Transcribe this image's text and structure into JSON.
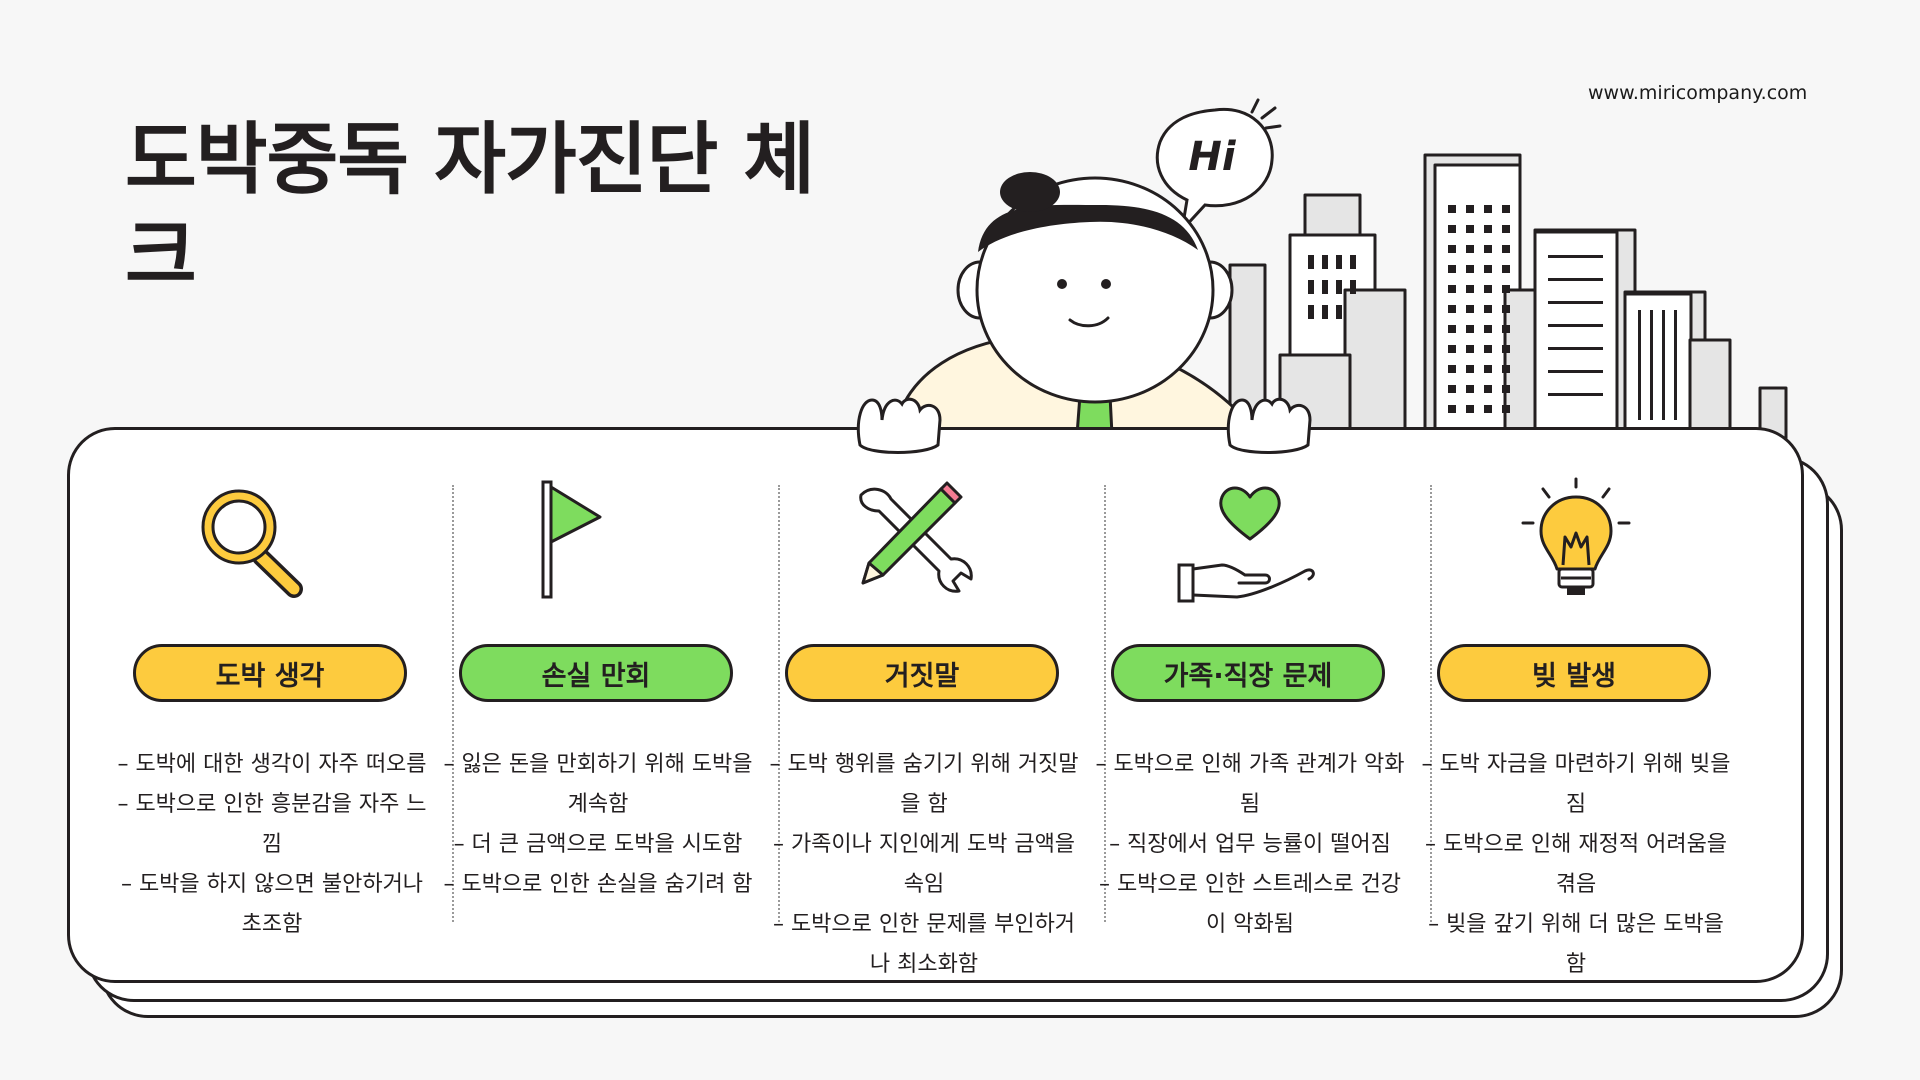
{
  "website": "www.miricompany.com",
  "title": "도박중독 자가진단 체크",
  "speech_bubble": "Hi",
  "colors": {
    "yellow": "#fdcb3e",
    "green": "#7edc5e",
    "outline": "#231f20",
    "background": "#f7f7f7"
  },
  "items": [
    {
      "icon": "magnifier-icon",
      "label": "도박 생각",
      "color": "yellow",
      "lines": [
        "– 도박에 대한 생각이 자주 떠오름",
        "– 도박으로 인한 흥분감을 자주 느낌",
        "– 도박을 하지 않으면 불안하거나 초조함"
      ]
    },
    {
      "icon": "flag-icon",
      "label": "손실 만회",
      "color": "green",
      "lines": [
        "– 잃은 돈을 만회하기 위해 도박을 계속함",
        "– 더 큰 금액으로 도박을 시도함",
        "– 도박으로 인한 손실을 숨기려 함"
      ]
    },
    {
      "icon": "pencil-wrench-icon",
      "label": "거짓말",
      "color": "yellow",
      "lines": [
        "– 도박 행위를 숨기기 위해 거짓말을 함",
        "– 가족이나 지인에게 도박 금액을 속임",
        "– 도박으로 인한 문제를 부인하거나 최소화함"
      ]
    },
    {
      "icon": "heart-hand-icon",
      "label": "가족·직장 문제",
      "color": "green",
      "lines": [
        "– 도박으로 인해 가족 관계가 악화됨",
        "– 직장에서 업무 능률이 떨어짐",
        "– 도박으로 인한 스트레스로 건강이 악화됨"
      ]
    },
    {
      "icon": "lightbulb-icon",
      "label": "빚 발생",
      "color": "yellow",
      "lines": [
        "– 도박 자금을 마련하기 위해 빚을 짐",
        "– 도박으로 인해 재정적 어려움을 겪음",
        "– 빚을 갚기 위해 더 많은 도박을 함"
      ]
    }
  ]
}
